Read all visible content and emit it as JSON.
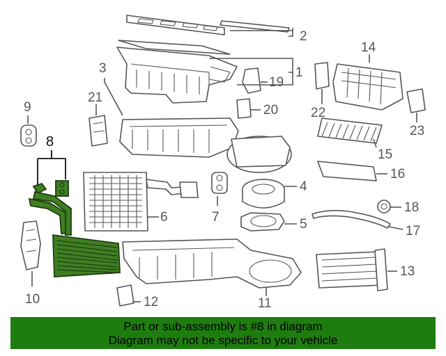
{
  "callouts": {
    "c1": "1",
    "c2": "2",
    "c3": "3",
    "c4": "4",
    "c5": "5",
    "c6": "6",
    "c7": "7",
    "c8": "8",
    "c9": "9",
    "c10": "10",
    "c11": "11",
    "c12": "12",
    "c13": "13",
    "c14": "14",
    "c15": "15",
    "c16": "16",
    "c17": "17",
    "c18": "18",
    "c19": "19",
    "c20": "20",
    "c21": "21",
    "c22": "22",
    "c23": "23"
  },
  "highlighted_part": "8",
  "banner": {
    "line1": "Part or sub-assembly is #8 in diagram",
    "line2": "Diagram may not be specific to your vehicle"
  },
  "colors": {
    "banner_bg": "#1e7d0f",
    "highlight": "#3f7f22",
    "line": "#555555"
  }
}
